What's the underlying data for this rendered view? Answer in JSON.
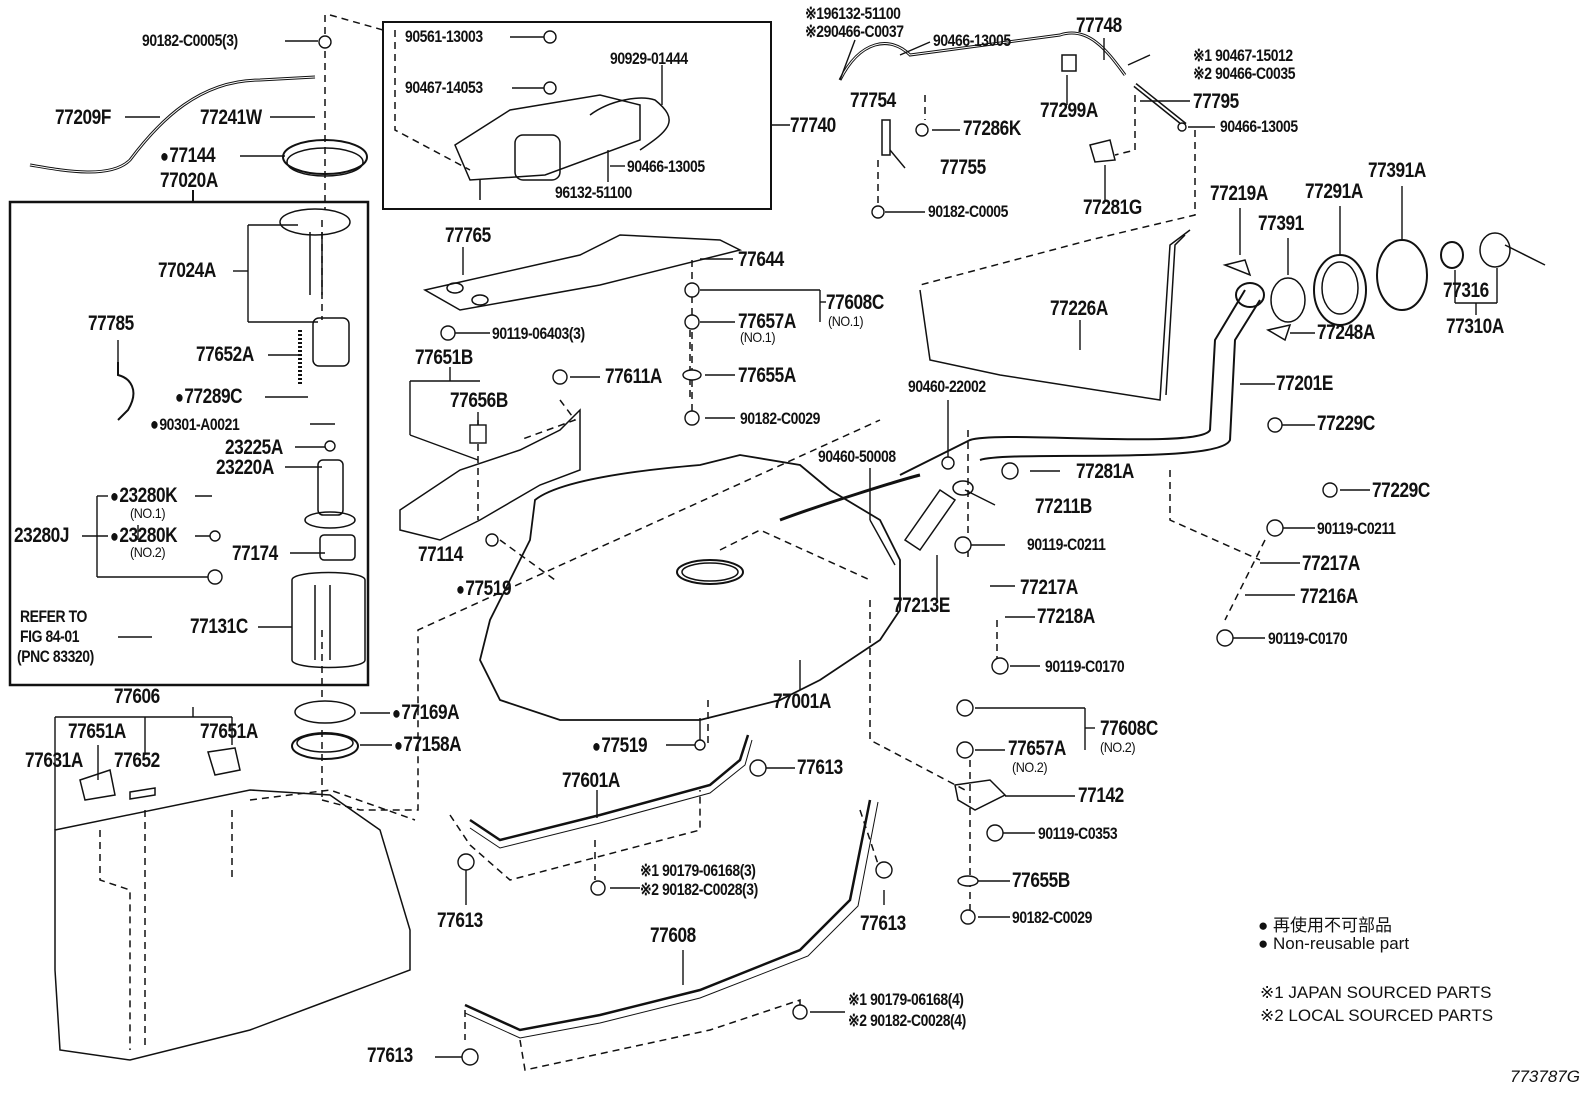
{
  "figure": {
    "title": "Fuel tank and tube parts diagram",
    "figure_number": "773787G",
    "legend": {
      "non_reusable_jp": "● 再使用不可部品",
      "non_reusable_en": "● Non-reusable part",
      "note1": "※1 JAPAN SOURCED PARTS",
      "note2": "※2 LOCAL SOURCED PARTS"
    },
    "refer_note": [
      "REFER TO",
      "FIG 84-01",
      "(PNC 83320)"
    ]
  },
  "labels": {
    "p90182_c0005_3": "90182-C0005(3)",
    "p77209f": "77209F",
    "p77241w": "77241W",
    "p77144": "77144",
    "p77020a": "77020A",
    "p90561_13003": "90561-13003",
    "p90467_14053": "90467-14053",
    "p90929_01444": "90929-01444",
    "p90466_13005_a": "90466-13005",
    "p96132_51100": "96132-51100",
    "p77740": "77740",
    "p_note1_96132": "※196132-51100",
    "p_note2_90466": "※290466-C0037",
    "p90466_13005_b": "90466-13005",
    "p77748": "77748",
    "p77754": "77754",
    "p77299a": "77299A",
    "p77286k": "77286K",
    "p77755": "77755",
    "p90182_c0005": "90182-C0005",
    "p77281g": "77281G",
    "p_note1_90467": "※1 90467-15012",
    "p_note2_90466c": "※2 90466-C0035",
    "p77795": "77795",
    "p90466_13005_c": "90466-13005",
    "p77219a": "77219A",
    "p77391": "77391",
    "p77291a": "77291A",
    "p77391a": "77391A",
    "p77316": "77316",
    "p77310a": "77310A",
    "p77248a": "77248A",
    "p77201e": "77201E",
    "p77229c_a": "77229C",
    "p77226a": "77226A",
    "p77024a": "77024A",
    "p77785": "77785",
    "p77652a": "77652A",
    "p77289c": "77289C",
    "p90301_a0021": "90301-A0021",
    "p23225a": "23225A",
    "p23220a": "23220A",
    "p23280k_1": "23280K",
    "p_no1_a": "(NO.1)",
    "p23280j": "23280J",
    "p23280k_2": "23280K",
    "p_no2_a": "(NO.2)",
    "p77174": "77174",
    "p77131c": "77131C",
    "p77765": "77765",
    "p77644": "77644",
    "p77608c_1": "77608C",
    "p_no1_b": "(NO.1)",
    "p77657a_1": "77657A",
    "p_no1_c": "(NO.1)",
    "p90119_06403_3": "90119-06403(3)",
    "p77651b": "77651B",
    "p77656b": "77656B",
    "p77611a": "77611A",
    "p77655a": "77655A",
    "p90182_c0029_a": "90182-C0029",
    "p90460_22002": "90460-22002",
    "p90460_50008": "90460-50008",
    "p77281a": "77281A",
    "p77211b": "77211B",
    "p90119_c0211_a": "90119-C0211",
    "p77217a_a": "77217A",
    "p77218a": "77218A",
    "p77213e": "77213E",
    "p90119_c0170_a": "90119-C0170",
    "p77229c_b": "77229C",
    "p90119_c0211_b": "90119-C0211",
    "p77217a_b": "77217A",
    "p77216a": "77216A",
    "p90119_c0170_b": "90119-C0170",
    "p77114": "77114",
    "p77519_a": "77519",
    "p77001a": "77001A",
    "p77169a": "77169A",
    "p77158a": "77158A",
    "p77606": "77606",
    "p77651a_a": "77651A",
    "p77651a_b": "77651A",
    "p77631a": "77631A",
    "p77652": "77652",
    "p77519_b": "77519",
    "p77613_a": "77613",
    "p77601a": "77601A",
    "p_note1_90179_3": "※1 90179-06168(3)",
    "p_note2_90182_3": "※2 90182-C0028(3)",
    "p77613_b": "77613",
    "p77613_c": "77613",
    "p77608": "77608",
    "p_note1_90179_4": "※1 90179-06168(4)",
    "p_note2_90182_4": "※2 90182-C0028(4)",
    "p77613_d": "77613",
    "p77608c_2": "77608C",
    "p_no2_b": "(NO.2)",
    "p77657a_2": "77657A",
    "p_no2_c": "(NO.2)",
    "p77142": "77142",
    "p90119_c0353": "90119-C0353",
    "p77655b": "77655B",
    "p90182_c0029_b": "90182-C0029"
  }
}
